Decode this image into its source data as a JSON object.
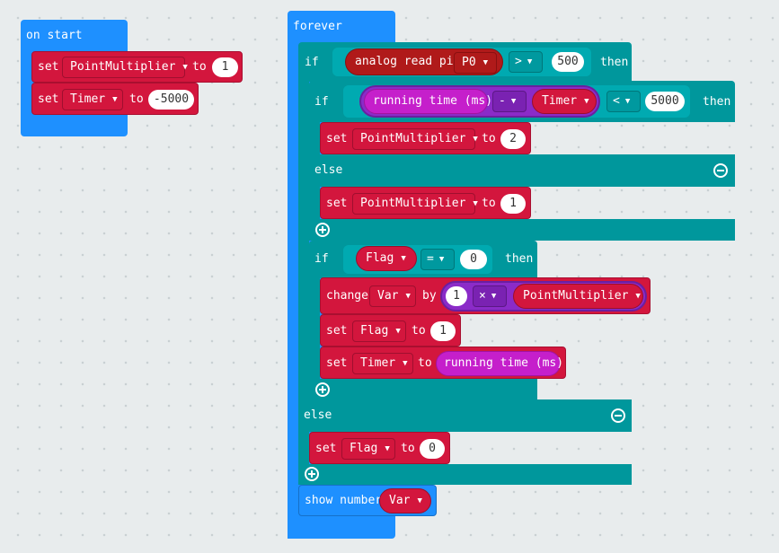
{
  "on_start": {
    "label": "on start",
    "set_label": "set",
    "to_label": "to",
    "rows": [
      {
        "var": "PointMultiplier",
        "value": "1"
      },
      {
        "var": "Timer",
        "value": "-5000"
      }
    ]
  },
  "forever": {
    "label": "forever",
    "if1": {
      "if_label": "if",
      "then_label": "then",
      "analog_label": "analog read pin",
      "pin": "P0",
      "op": ">",
      "value": "500"
    },
    "if2": {
      "if_label": "if",
      "then_label": "then",
      "running_time": "running time (ms)",
      "minus_op": "-",
      "timer_var": "Timer",
      "lt_op": "<",
      "value": "5000",
      "then_set": {
        "set_label": "set",
        "var": "PointMultiplier",
        "to_label": "to",
        "value": "2"
      },
      "else_label": "else",
      "else_set": {
        "set_label": "set",
        "var": "PointMultiplier",
        "to_label": "to",
        "value": "1"
      }
    },
    "if3": {
      "if_label": "if",
      "then_label": "then",
      "flag_var": "Flag",
      "eq_op": "=",
      "value": "0",
      "change": {
        "label": "change",
        "var": "Var",
        "by_label": "by",
        "factor": "1",
        "times_op": "×",
        "mult_var": "PointMultiplier"
      },
      "set_flag": {
        "set_label": "set",
        "var": "Flag",
        "to_label": "to",
        "value": "1"
      },
      "set_timer": {
        "set_label": "set",
        "var": "Timer",
        "to_label": "to",
        "running_time": "running time (ms)"
      }
    },
    "else_label": "else",
    "else_set": {
      "set_label": "set",
      "var": "Flag",
      "to_label": "to",
      "value": "0"
    },
    "show": {
      "label": "show number",
      "var": "Var"
    }
  }
}
